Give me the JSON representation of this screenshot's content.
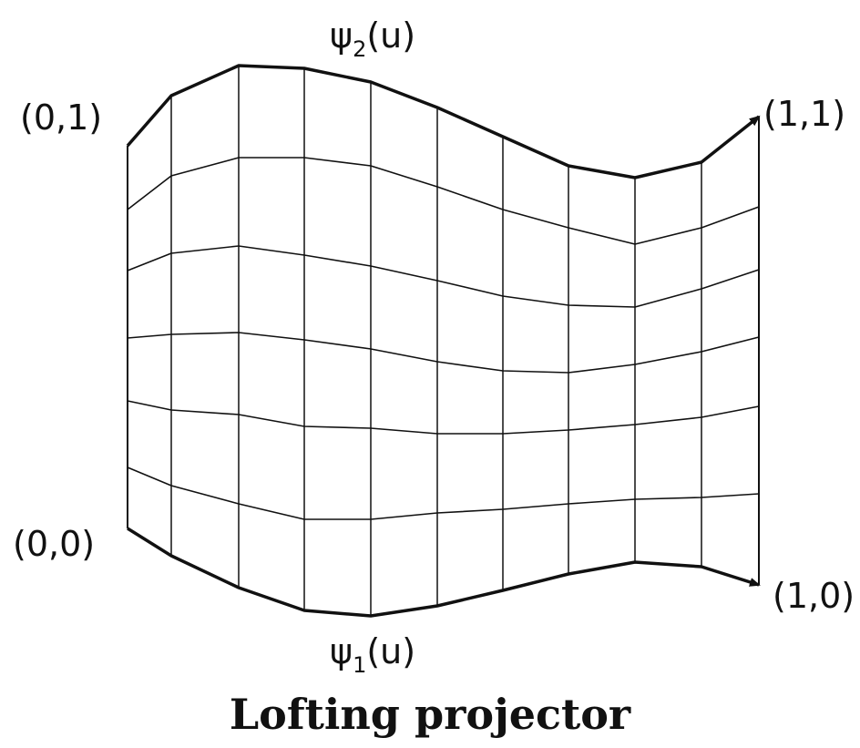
{
  "diagram": {
    "caption": "Lofting projector",
    "top_curve_label": {
      "main": "ψ",
      "sub": "2",
      "arg": "(u)"
    },
    "bottom_curve_label": {
      "main": "ψ",
      "sub": "1",
      "arg": "(u)"
    },
    "corners": {
      "top_left": "(0,1)",
      "bottom_left": "(0,0)",
      "top_right": "(1,1)",
      "bottom_right": "(1,0)"
    },
    "colors": {
      "ink": "#111111",
      "background": "#ffffff"
    }
  }
}
